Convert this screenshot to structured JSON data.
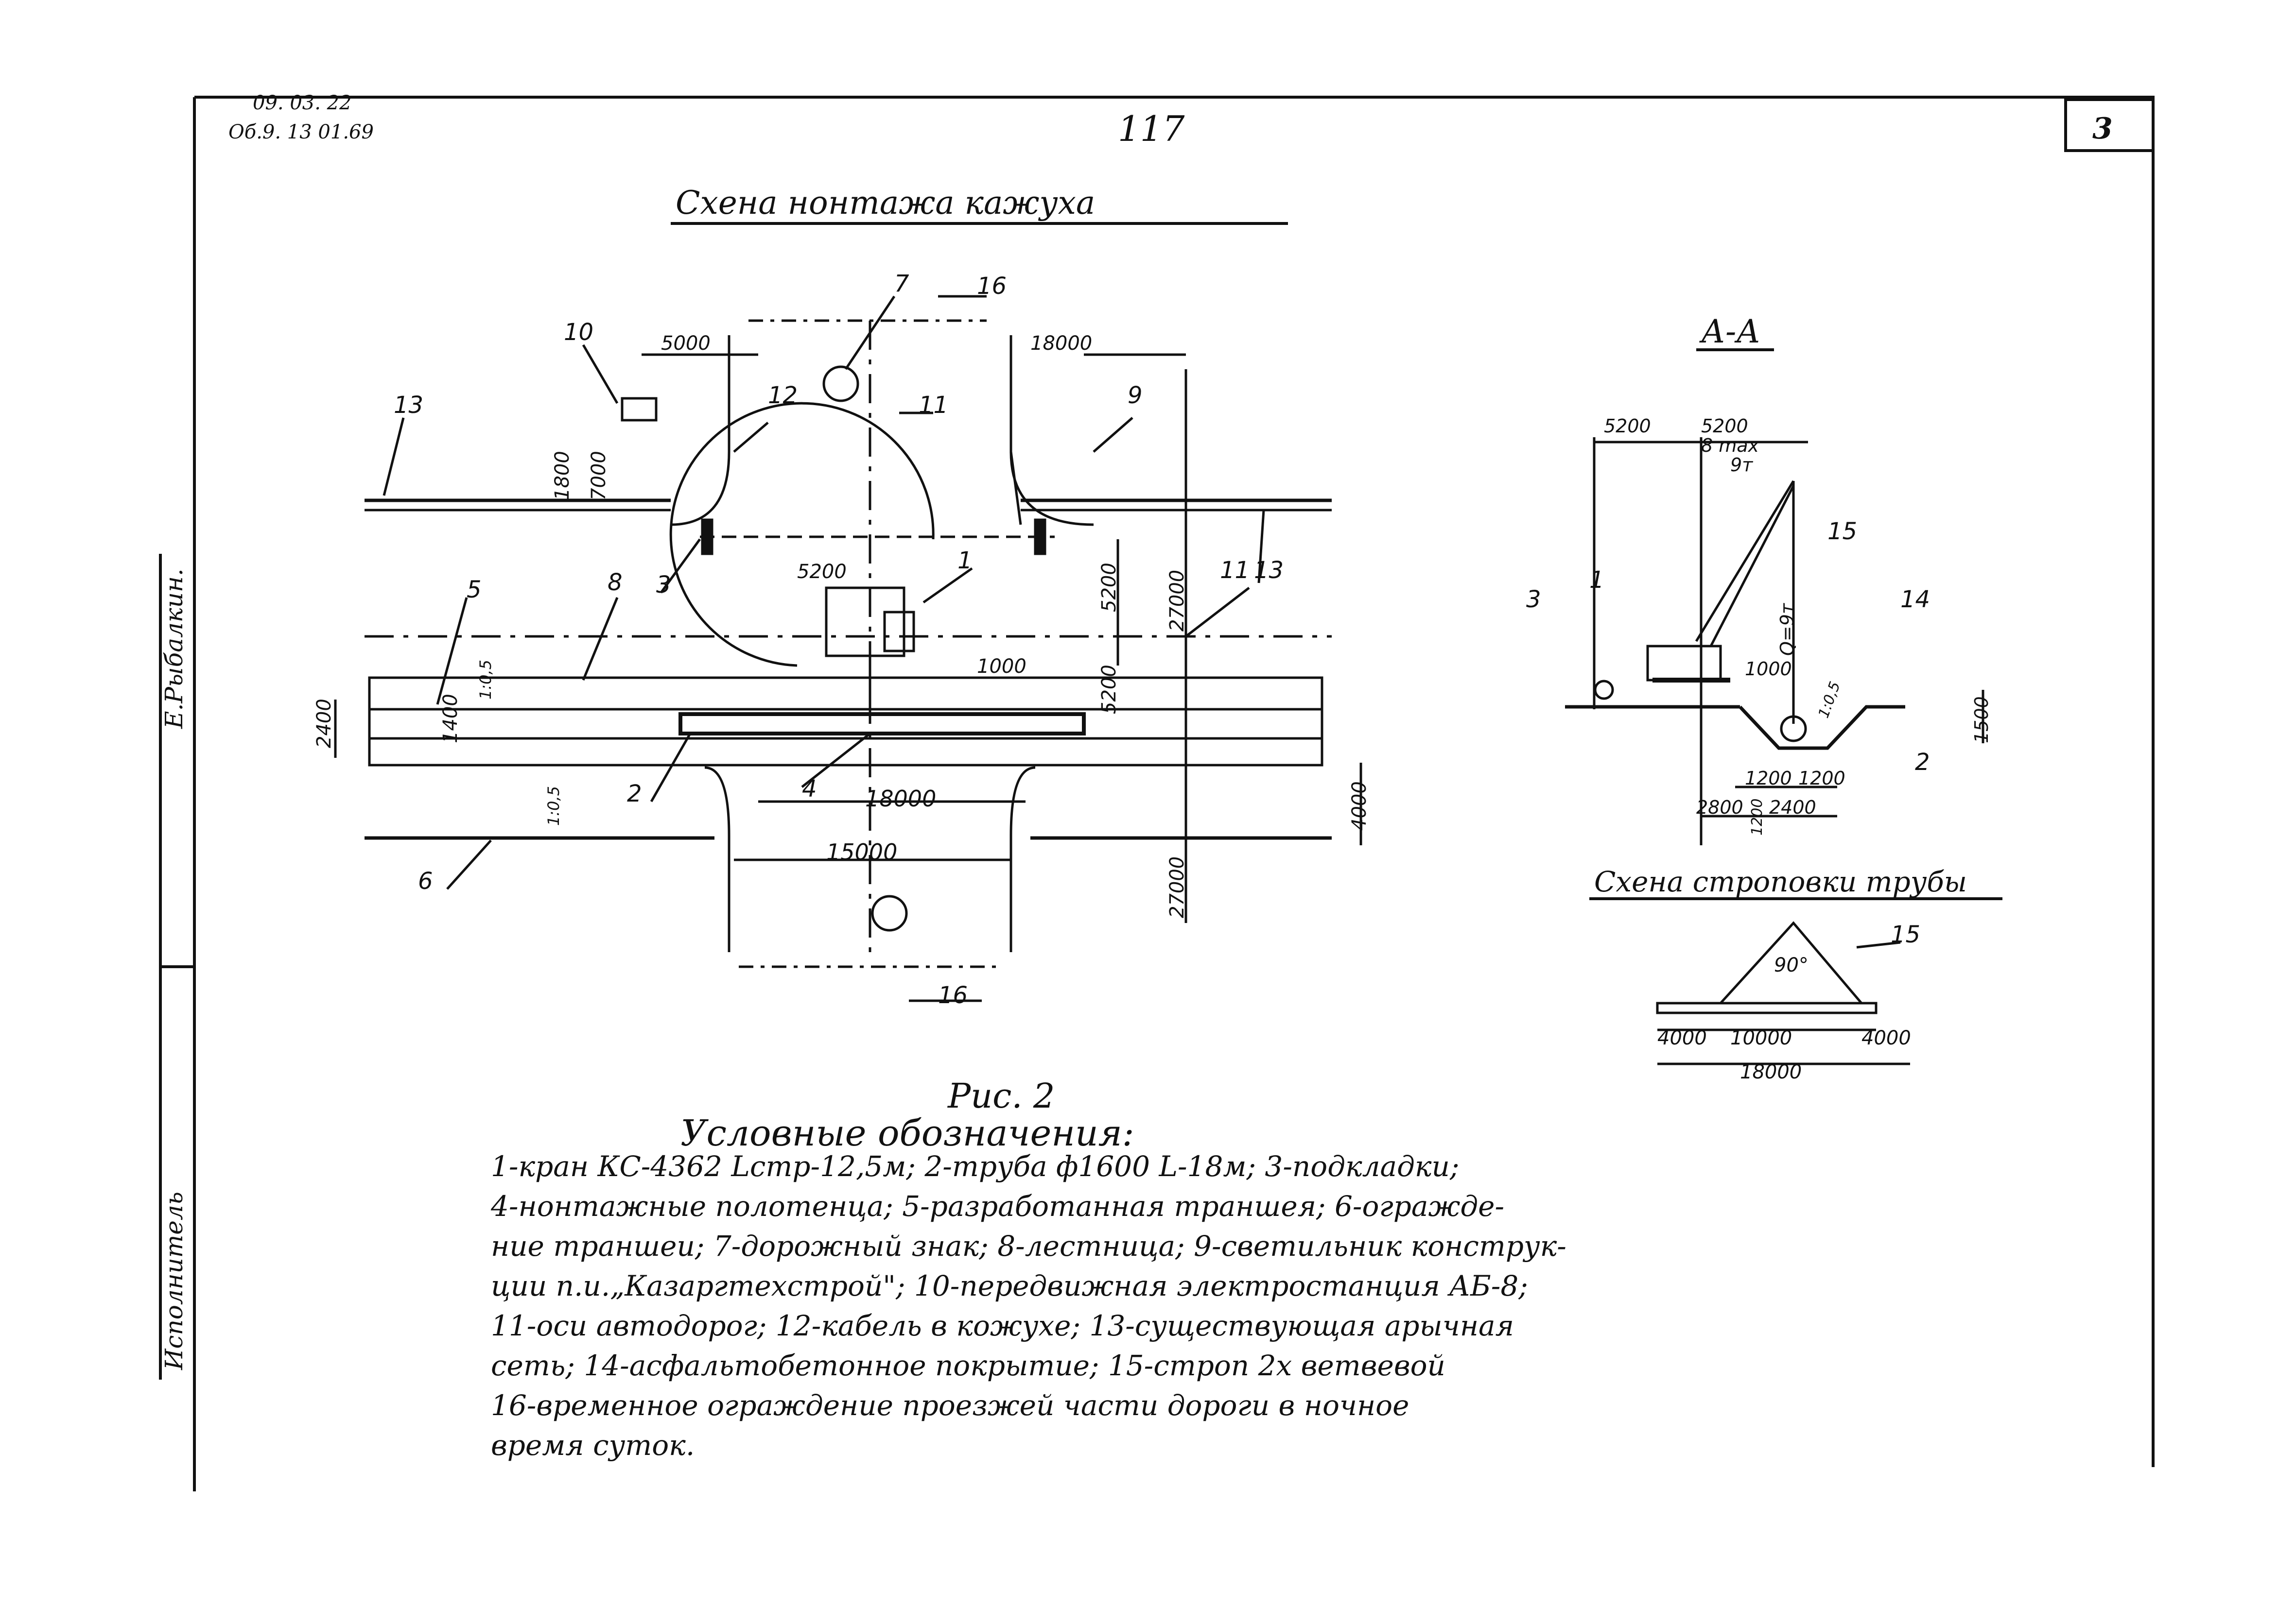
{
  "header": {
    "code_line1": "09. 03. 22",
    "code_line2": "Об.9. 13 01.69",
    "page_number": "117",
    "sheet_number": "3"
  },
  "titles": {
    "main": "Схена нонтажа кажуха",
    "section": "А-А",
    "sling_scheme": "Схена строповки трубы"
  },
  "side_stamp": {
    "executor": "Исполнитель",
    "name": "Е.Рыбалкин."
  },
  "plan": {
    "dims": [
      "5000",
      "18000",
      "1800",
      "7000",
      "5200",
      "5200",
      "27000",
      "5200",
      "1000",
      "2400",
      "1400",
      "18000",
      "15000",
      "4000",
      "27000"
    ],
    "slopes": [
      "1:0,5",
      "1:0,5"
    ],
    "callouts": [
      "10",
      "7",
      "16",
      "12",
      "11",
      "9",
      "13",
      "3",
      "1",
      "11",
      "13",
      "5",
      "8",
      "2",
      "4",
      "6",
      "16"
    ]
  },
  "section_aa": {
    "dims": [
      "5200",
      "5200",
      "8 max",
      "9т",
      "Q=9т",
      "1000",
      "1500",
      "1:0,5",
      "1200",
      "1200",
      "2800",
      "2400",
      "1200"
    ],
    "callouts": [
      "15",
      "14",
      "3",
      "1",
      "2"
    ]
  },
  "sling": {
    "angle": "90°",
    "callout": "15",
    "dims": [
      "4000",
      "10000",
      "4000",
      "18000"
    ]
  },
  "figure_label": "Рис. 2",
  "legend": {
    "title": "Условные обозначения:",
    "lines": [
      "1-кран КС-4362 Lстр-12,5м; 2-труба ф1600 L-18м; 3-подкладки;",
      "4-нонтажные полотенца; 5-разработанная траншея; 6-огражде-",
      "ние траншеи; 7-дорожный знак; 8-лестница; 9-светильник конструк-",
      "ции п.и.„Казаргтехстрой\"; 10-передвижная электростанция АБ-8;",
      "11-оси автодорог; 12-кабель в кожухе; 13-существующая арычная",
      "сеть; 14-асфальтобетонное покрытие; 15-строп 2х ветвевой",
      "16-временное ограждение проезжей части дороги в ночное",
      "время суток."
    ]
  }
}
